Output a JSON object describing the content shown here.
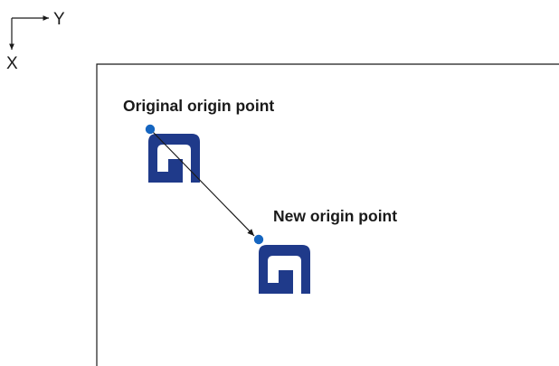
{
  "axes": {
    "x_label": "X",
    "y_label": "Y"
  },
  "labels": {
    "original_origin": "Original origin point",
    "new_origin": "New origin point"
  },
  "colors": {
    "mark": "#1f3a8a",
    "point": "#1565c0",
    "line": "#1a1a1a"
  },
  "icons": {
    "mark": "spiral-square-icon",
    "point": "dot-icon"
  }
}
